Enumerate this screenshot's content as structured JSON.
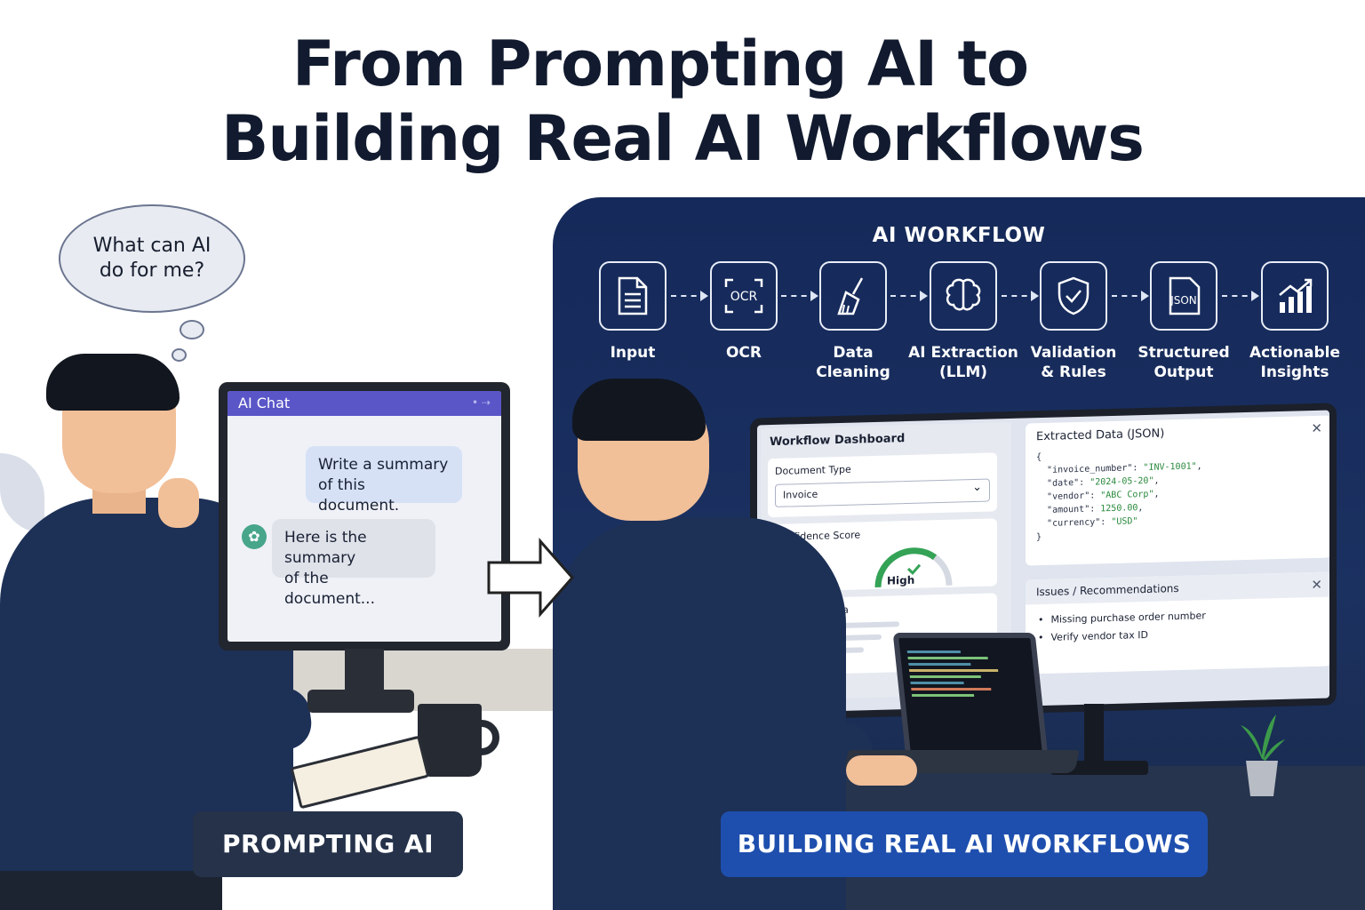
{
  "header": {
    "title_line1": "From Prompting AI to",
    "title_line2": "Building Real AI Workflows"
  },
  "left_scene": {
    "thought": {
      "line1": "What can AI",
      "line2": "do for me?"
    },
    "chat_window": {
      "title": "AI Chat",
      "user_message": {
        "line1": "Write a summary",
        "line2": "of this document."
      },
      "ai_message": {
        "line1": "Here is the summary",
        "line2": "of the document..."
      }
    },
    "label": "PROMPTING AI"
  },
  "right_scene": {
    "workflow_title": "AI WORKFLOW",
    "steps": [
      {
        "icon": "document-icon",
        "line1": "Input",
        "line2": ""
      },
      {
        "icon": "ocr-icon",
        "icon_text": "OCR",
        "line1": "OCR",
        "line2": ""
      },
      {
        "icon": "broom-icon",
        "line1": "Data",
        "line2": "Cleaning"
      },
      {
        "icon": "brain-icon",
        "line1": "AI Extraction",
        "line2": "(LLM)"
      },
      {
        "icon": "shield-check-icon",
        "line1": "Validation",
        "line2": "& Rules"
      },
      {
        "icon": "json-file-icon",
        "icon_text": "JSON",
        "line1": "Structured",
        "line2": "Output"
      },
      {
        "icon": "bar-chart-icon",
        "line1": "Actionable",
        "line2": "Insights"
      }
    ],
    "dashboard": {
      "title": "Workflow Dashboard",
      "document_type_label": "Document Type",
      "document_type_value": "Invoice",
      "confidence_label": "Confidence Score",
      "confidence_value": "High",
      "extracted_label": "Extracted Data"
    },
    "json_panel": {
      "title": "Extracted Data (JSON)",
      "fields": [
        {
          "key": "\"invoice_number\"",
          "value": "\"INV-1001\""
        },
        {
          "key": "\"date\"",
          "value": "\"2024-05-20\""
        },
        {
          "key": "\"vendor\"",
          "value": "\"ABC Corp\""
        },
        {
          "key": "\"amount\"",
          "value": "1250.00"
        },
        {
          "key": "\"currency\"",
          "value": "\"USD\""
        }
      ]
    },
    "issues": {
      "title": "Issues / Recommendations",
      "items": [
        "Missing purchase order number",
        "Verify vendor tax ID"
      ]
    },
    "label": "BUILDING REAL AI WORKFLOWS"
  }
}
